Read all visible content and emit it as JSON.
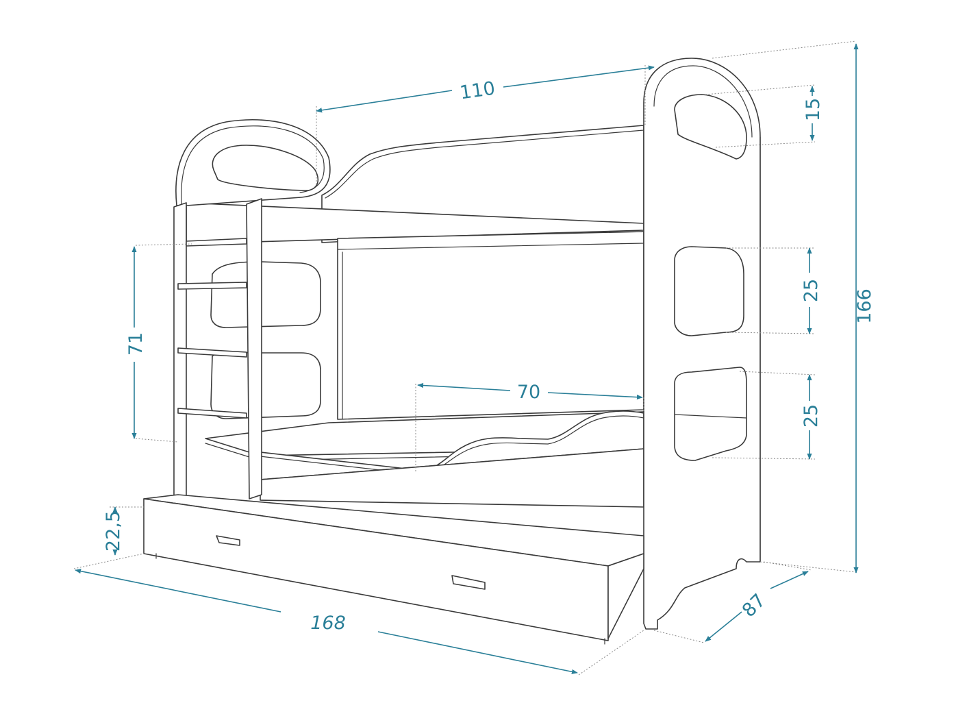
{
  "dimensions": {
    "length_top": "110",
    "total_height": "166",
    "top_window": "15",
    "middle_window": "25",
    "lower_window": "25",
    "ladder_height": "71",
    "bed_rail": "70",
    "drawer_height": "22,5",
    "total_length": "168",
    "depth": "87"
  },
  "colors": {
    "dimension": "#2a7f98",
    "outline": "#3a3a3a",
    "extension": "#8a8a8a"
  }
}
